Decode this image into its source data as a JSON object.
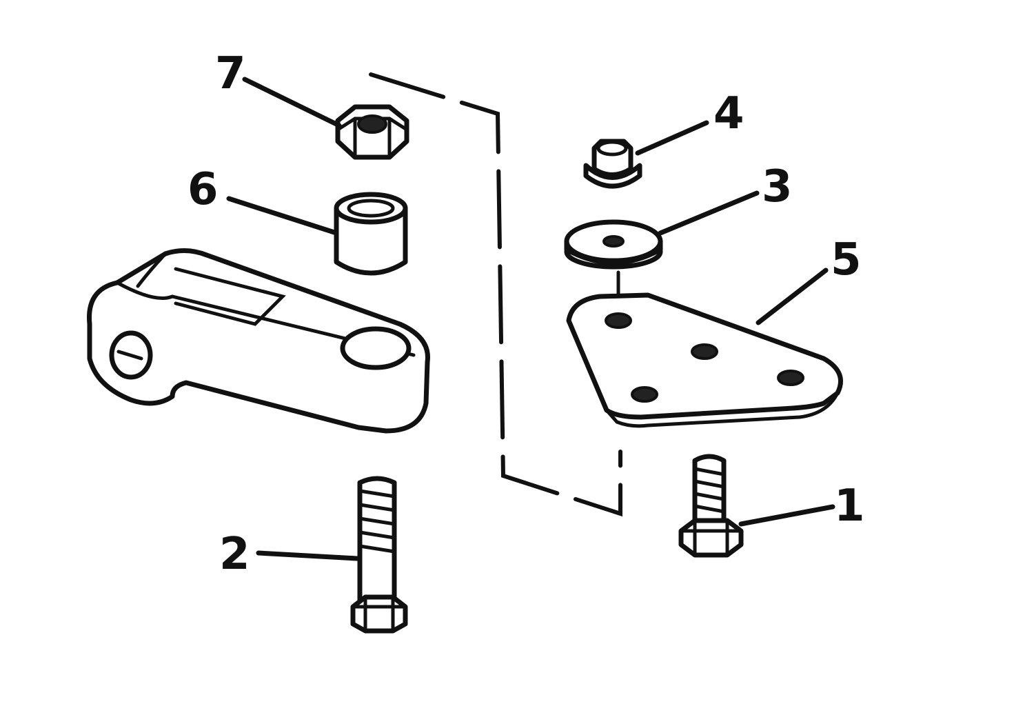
{
  "diagram": {
    "callouts": [
      {
        "id": "7",
        "text": "7"
      },
      {
        "id": "6",
        "text": "6"
      },
      {
        "id": "4",
        "text": "4"
      },
      {
        "id": "3",
        "text": "3"
      },
      {
        "id": "5",
        "text": "5"
      },
      {
        "id": "2",
        "text": "2"
      },
      {
        "id": "1",
        "text": "1"
      }
    ]
  }
}
